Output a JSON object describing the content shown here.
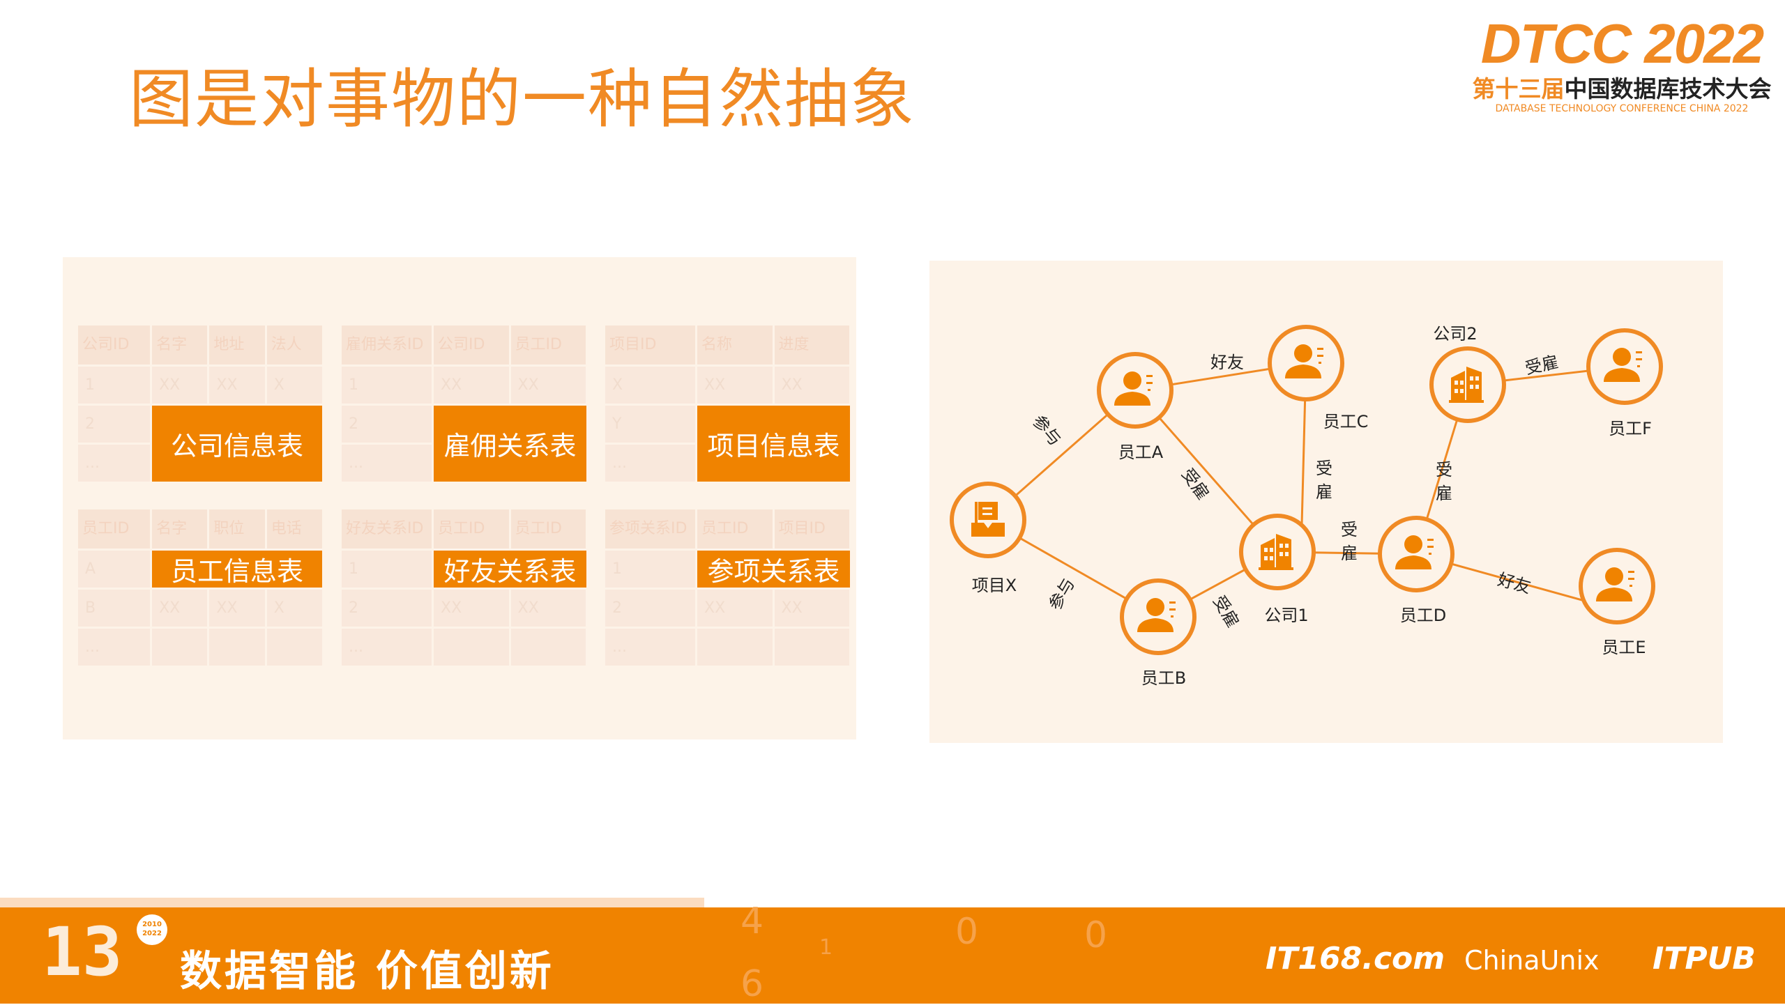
{
  "title": "图是对事物的一种自然抽象",
  "logo": {
    "main": "DTCC 2022",
    "cn_a": "第十三届",
    "cn_b": "中国数据库技术大会",
    "en": "DATABASE TECHNOLOGY CONFERENCE CHINA 2022"
  },
  "tables": [
    {
      "label": "公司信息表",
      "headers": [
        "公司ID",
        "名字",
        "地址",
        "法人"
      ],
      "rows": [
        [
          "1",
          "XX",
          "XX",
          "X"
        ],
        [
          "2",
          "",
          "",
          ""
        ],
        [
          "...",
          "",
          "",
          ""
        ]
      ]
    },
    {
      "label": "雇佣关系表",
      "headers": [
        "雇佣关系ID",
        "公司ID",
        "员工ID"
      ],
      "rows": [
        [
          "1",
          "XX",
          "XX"
        ],
        [
          "2",
          "",
          ""
        ],
        [
          "...",
          "",
          ""
        ]
      ]
    },
    {
      "label": "项目信息表",
      "headers": [
        "项目ID",
        "名称",
        "进度"
      ],
      "rows": [
        [
          "X",
          "XX",
          "XX"
        ],
        [
          "Y",
          "",
          ""
        ],
        [
          "...",
          "",
          ""
        ]
      ]
    },
    {
      "label": "员工信息表",
      "headers": [
        "员工ID",
        "名字",
        "职位",
        "电话"
      ],
      "rows": [
        [
          "A",
          "",
          "",
          ""
        ],
        [
          "B",
          "XX",
          "XX",
          "X"
        ],
        [
          "...",
          "",
          "",
          ""
        ]
      ]
    },
    {
      "label": "好友关系表",
      "headers": [
        "好友关系ID",
        "员工ID",
        "员工ID"
      ],
      "rows": [
        [
          "1",
          "",
          ""
        ],
        [
          "2",
          "XX",
          "XX"
        ],
        [
          "...",
          "",
          ""
        ]
      ]
    },
    {
      "label": "参项关系表",
      "headers": [
        "参项关系ID",
        "员工ID",
        "项目ID"
      ],
      "rows": [
        [
          "1",
          "",
          ""
        ],
        [
          "2",
          "XX",
          "XX"
        ],
        [
          "...",
          "",
          ""
        ]
      ]
    }
  ],
  "graph": {
    "nodes": {
      "projX": "项目X",
      "empA": "员工A",
      "empB": "员工B",
      "empC": "员工C",
      "empD": "员工D",
      "empE": "员工E",
      "empF": "员工F",
      "comp1": "公司1",
      "comp2": "公司2"
    },
    "edges": {
      "friend": "好友",
      "join": "参与",
      "hired": "受雇",
      "hired_a": "受",
      "hired_b": "雇",
      "join_a": "参",
      "join_b": "与"
    }
  },
  "footer": {
    "slogan": "数据智能  价值创新",
    "badge": "13",
    "years": "2010 2022",
    "partners": [
      "IT168.com",
      "ChinaUnix",
      "ITPUB"
    ]
  },
  "colors": {
    "accent": "#f08300",
    "title": "#f08a24",
    "panel": "#fdf3e8"
  }
}
